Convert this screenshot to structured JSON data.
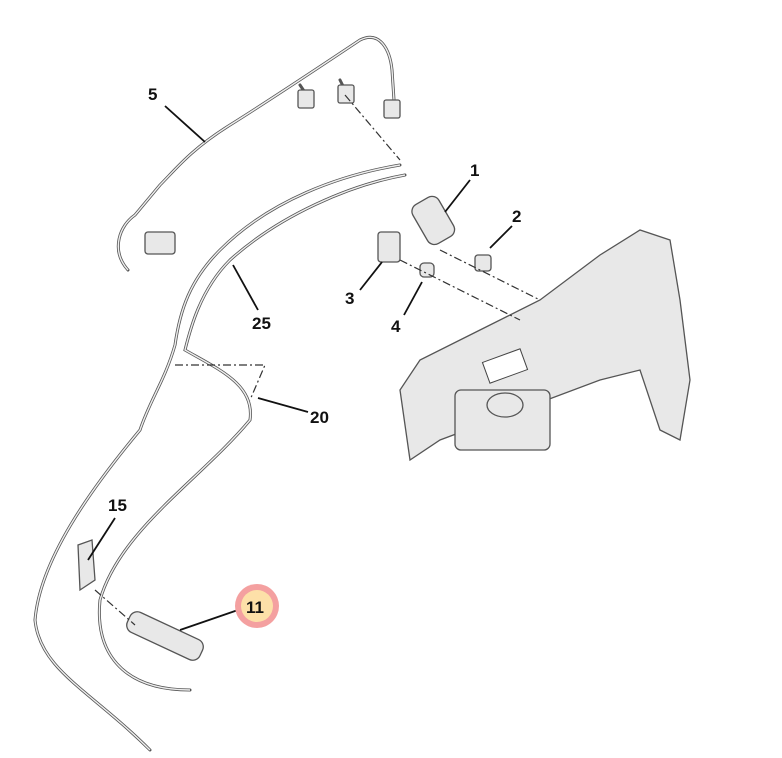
{
  "diagram": {
    "callouts": [
      {
        "id": "5",
        "label": "5"
      },
      {
        "id": "1",
        "label": "1"
      },
      {
        "id": "2",
        "label": "2"
      },
      {
        "id": "3",
        "label": "3"
      },
      {
        "id": "4",
        "label": "4"
      },
      {
        "id": "25",
        "label": "25"
      },
      {
        "id": "20",
        "label": "20"
      },
      {
        "id": "15",
        "label": "15"
      },
      {
        "id": "11",
        "label": "11",
        "highlighted": true
      }
    ],
    "colors": {
      "highlight_fill": "#fde0a8",
      "highlight_ring": "#f4a0a0",
      "line": "#111111"
    }
  }
}
